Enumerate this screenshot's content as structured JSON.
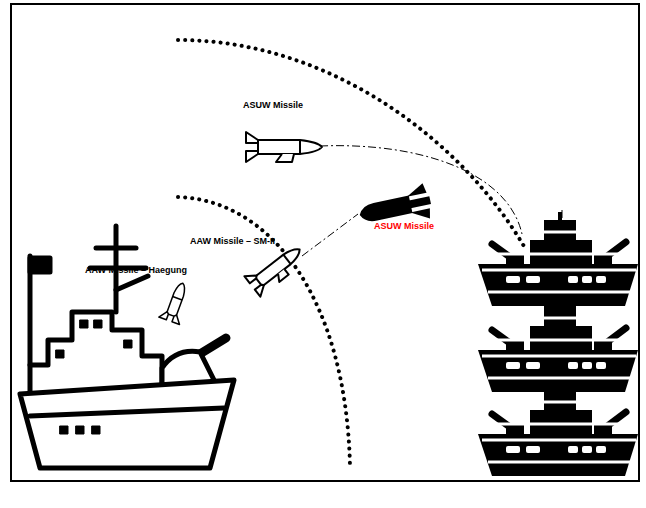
{
  "diagram": {
    "labels": [
      "ASUW Missile",
      "ASUW Missile",
      "AAW Missile – SM-II",
      "AAW Missile – Haegung"
    ]
  }
}
